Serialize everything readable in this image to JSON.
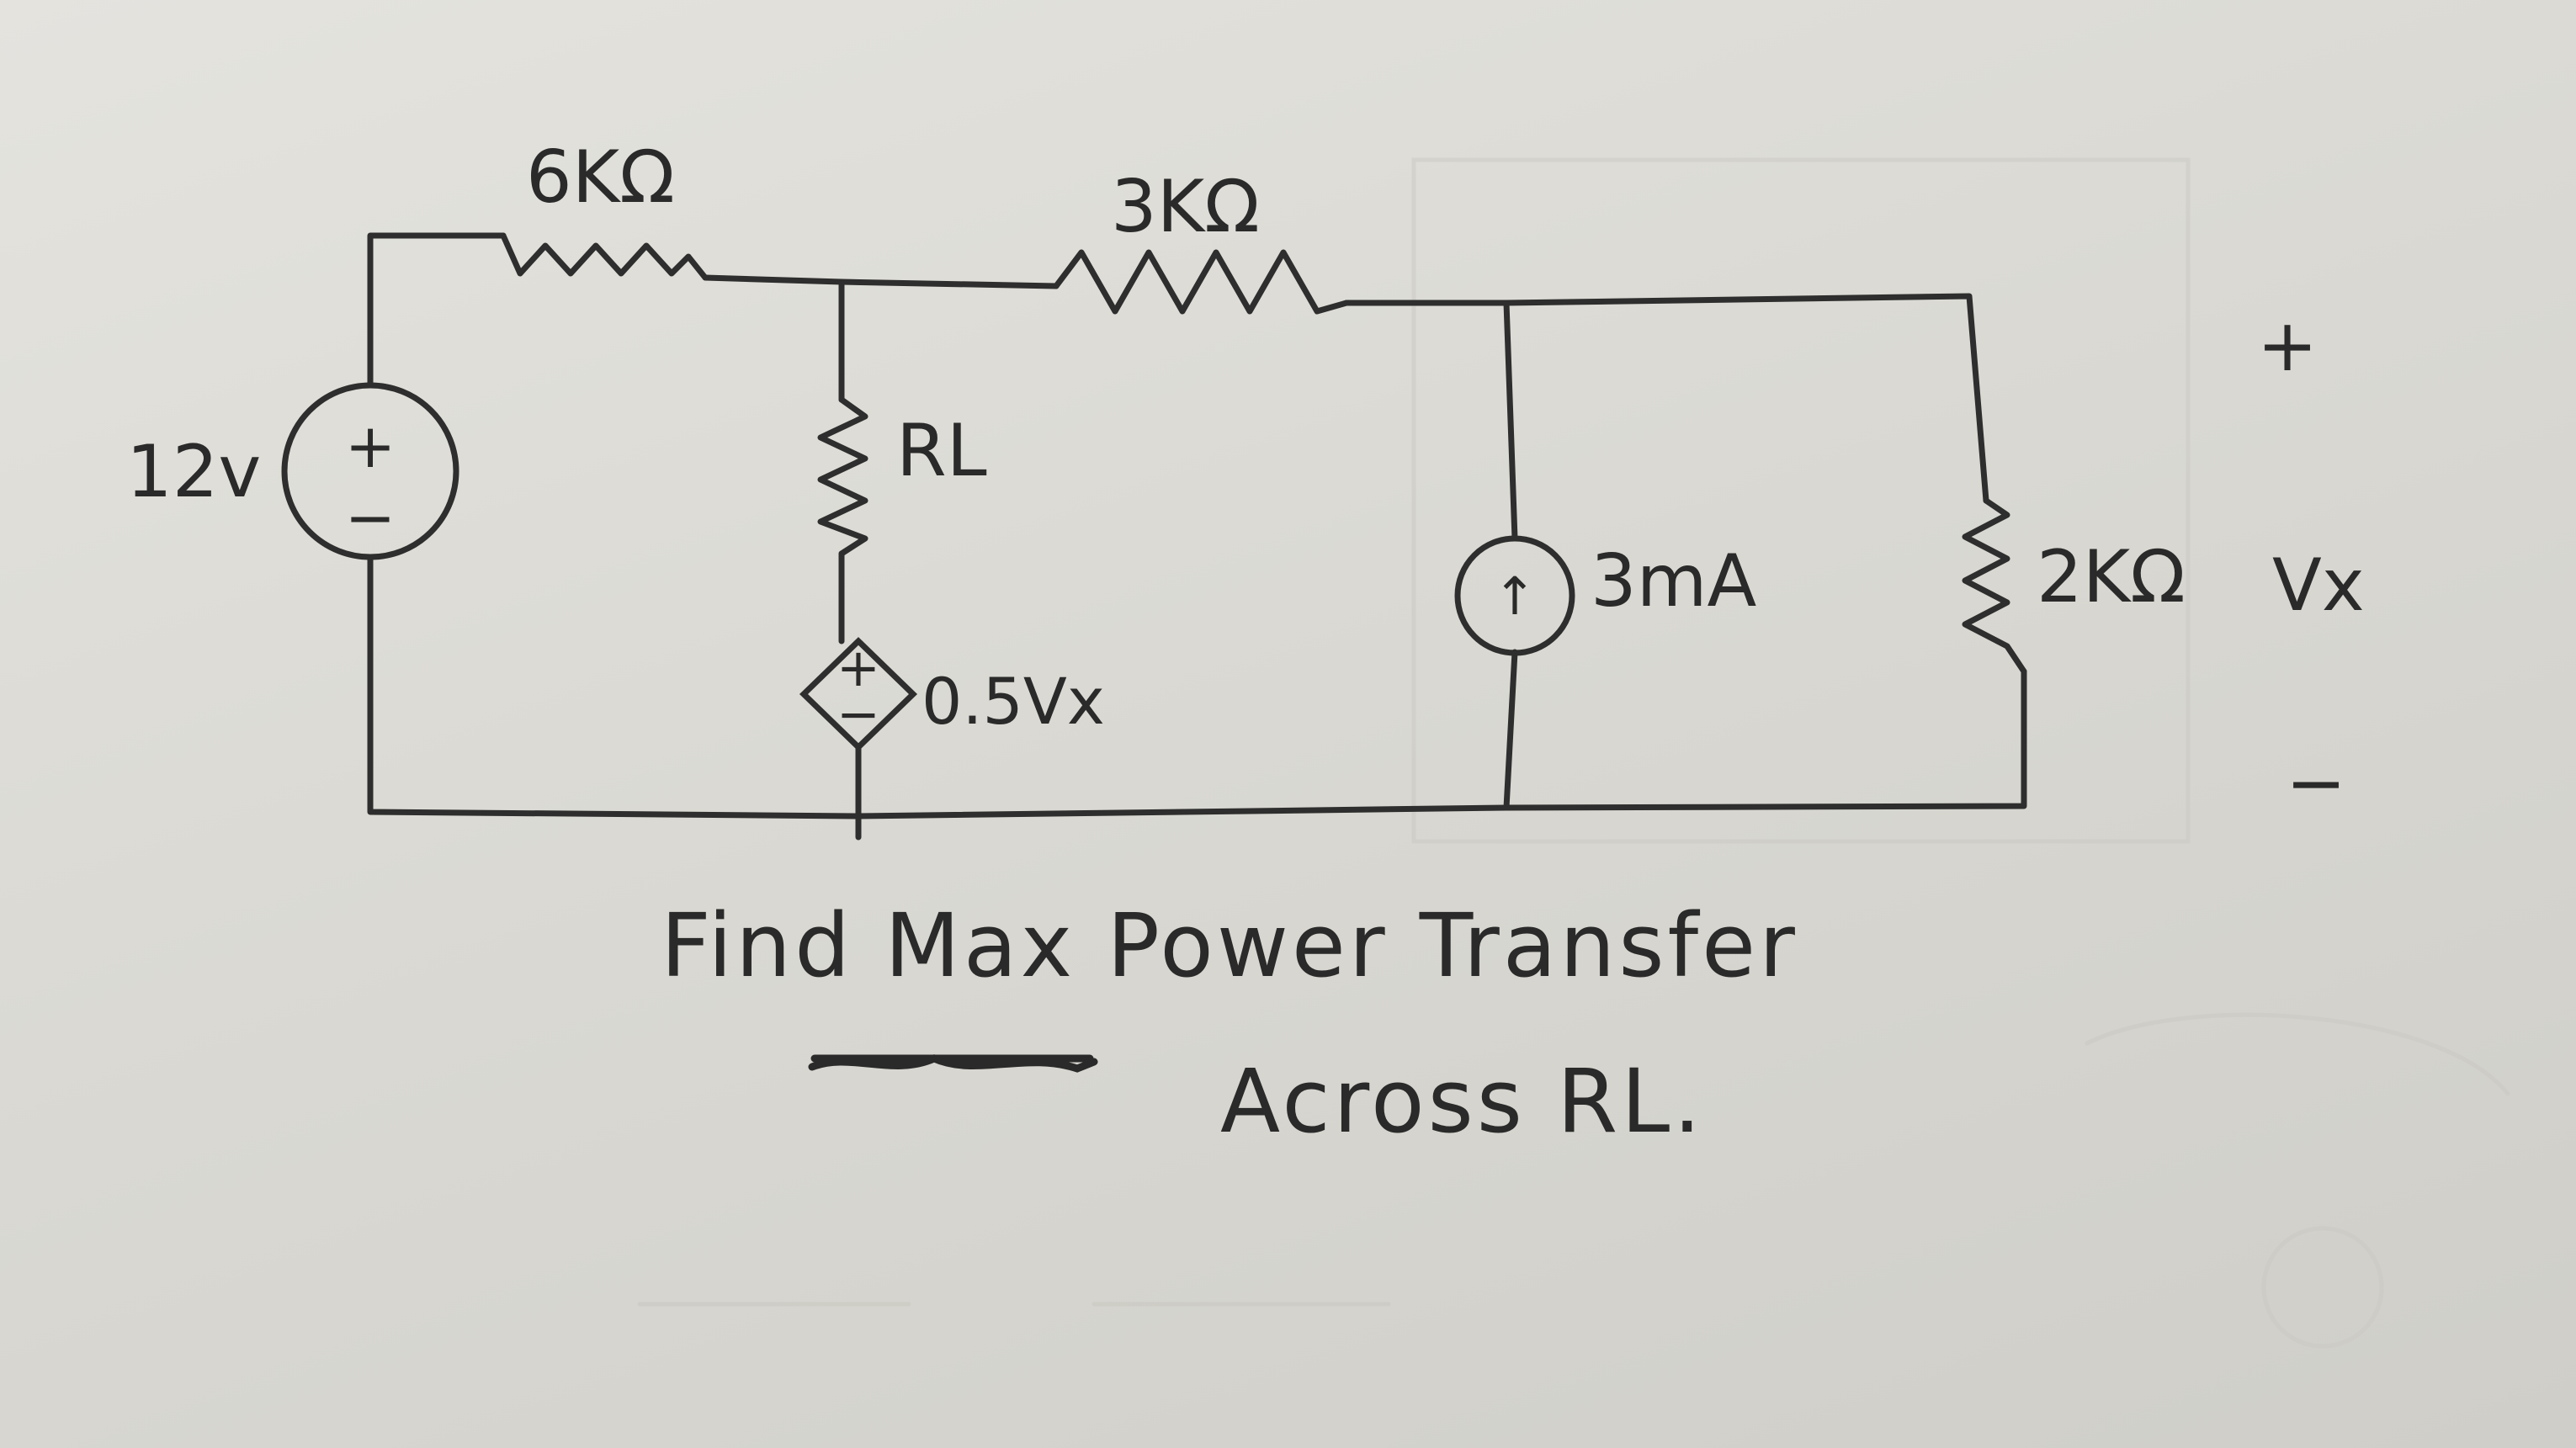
{
  "circuit": {
    "voltage_source": {
      "value": "12v",
      "polarity_plus": "+",
      "polarity_minus": "−"
    },
    "r1": {
      "value": "6KΩ"
    },
    "r2": {
      "value": "3KΩ"
    },
    "load": {
      "label": "RL"
    },
    "dependent_source": {
      "value": "0.5Vx",
      "polarity_plus": "+",
      "polarity_minus": "−"
    },
    "current_source": {
      "value": "3mA",
      "arrow": "↑"
    },
    "r3": {
      "value": "2KΩ"
    },
    "vx": {
      "label": "Vx",
      "plus": "+",
      "minus": "−"
    }
  },
  "problem": {
    "line1": "Find Max Power Transfer",
    "line2": "Across RL."
  }
}
